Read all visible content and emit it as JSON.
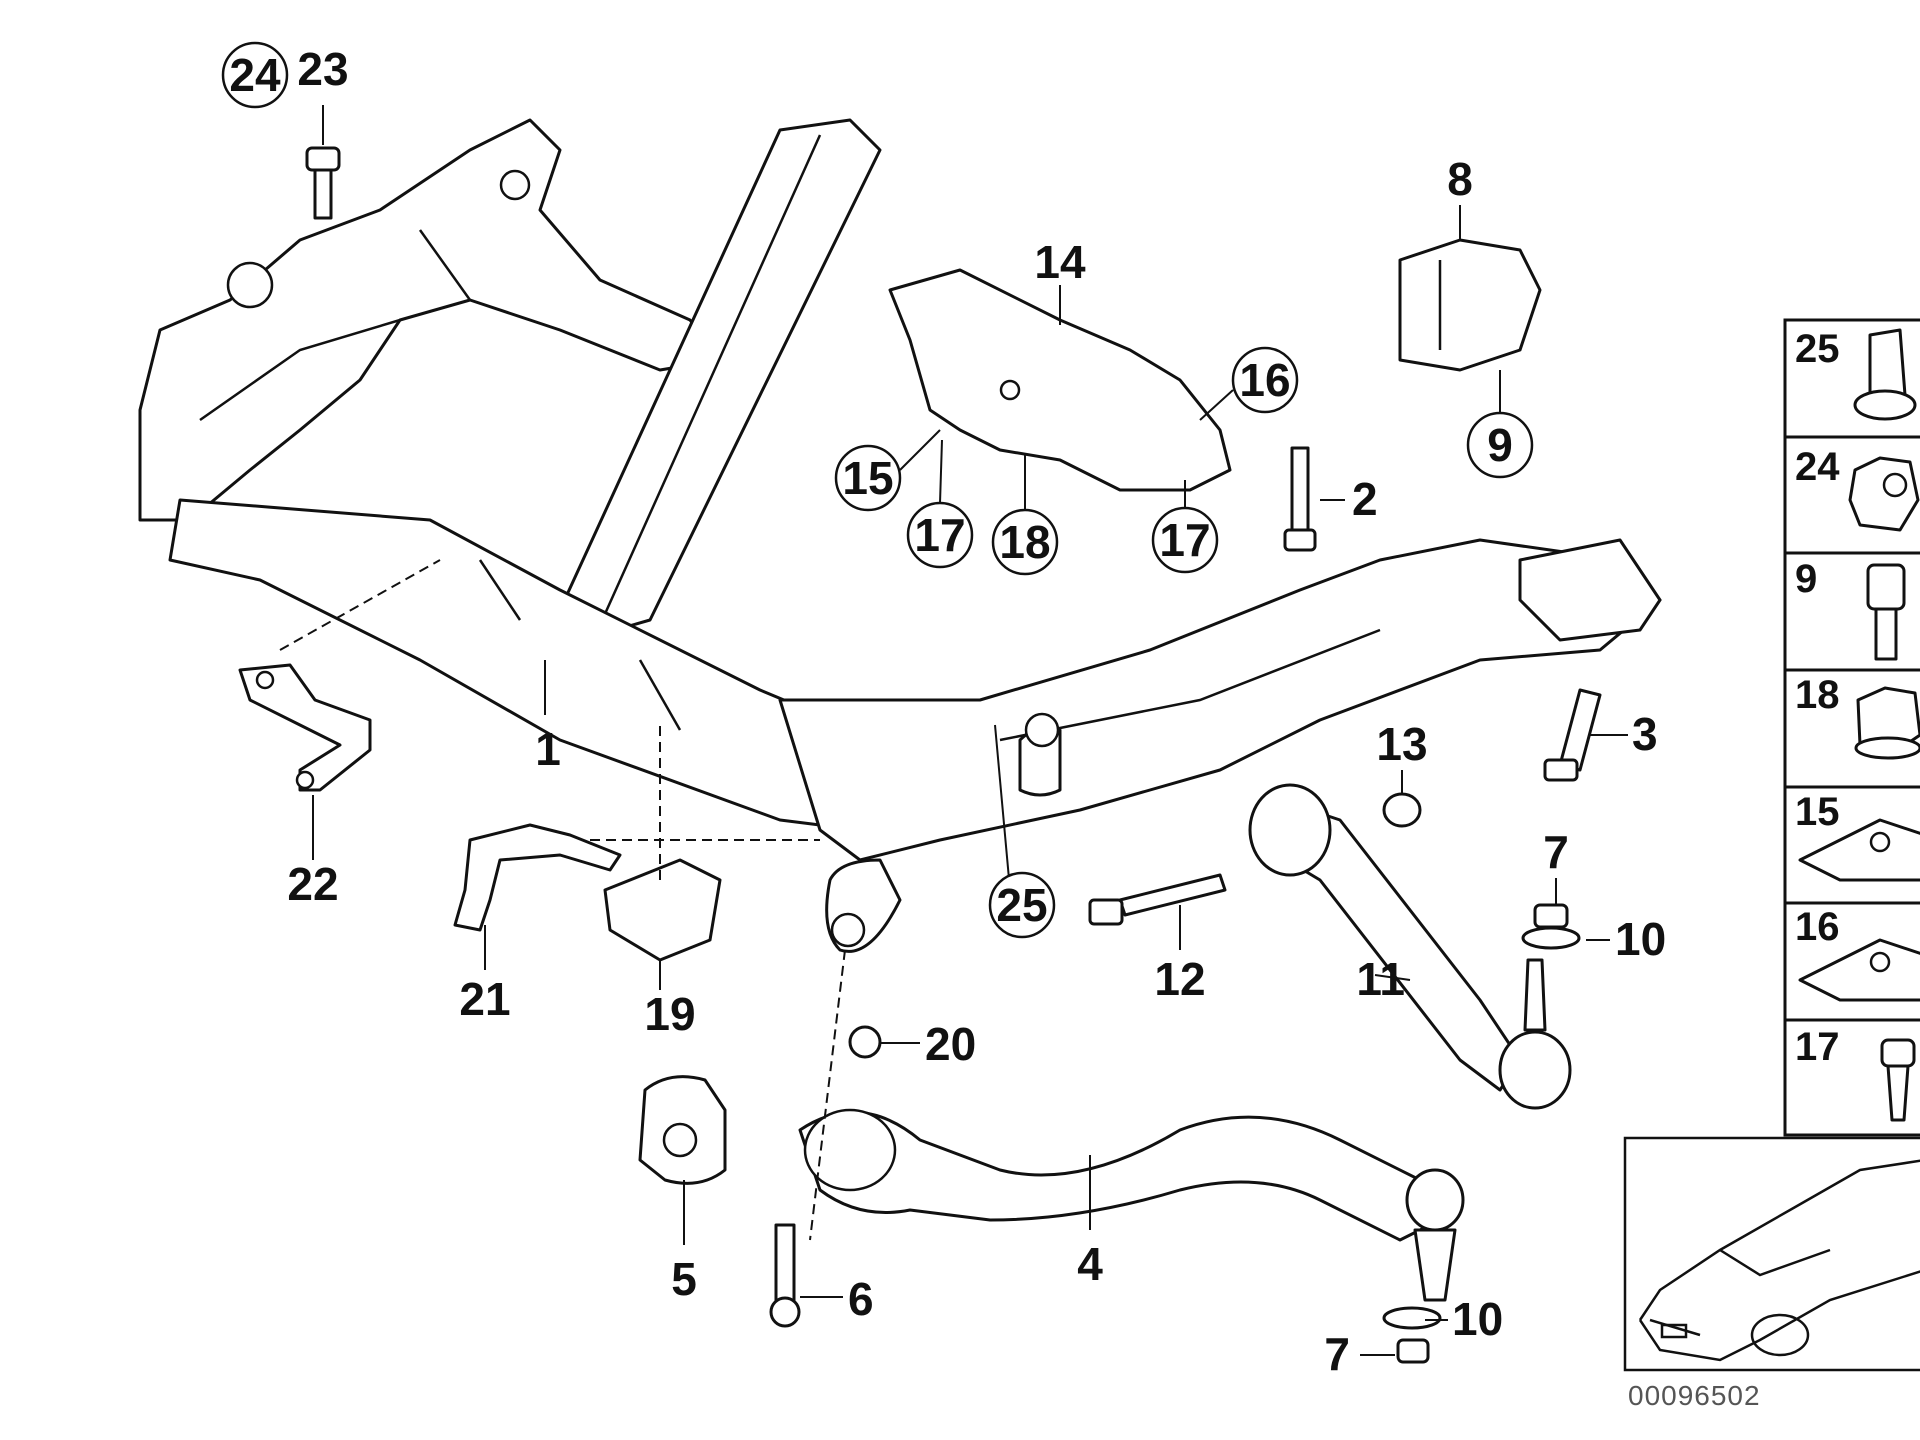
{
  "diagram": {
    "callouts": [
      "1",
      "2",
      "3",
      "4",
      "5",
      "6",
      "7",
      "7",
      "8",
      "10",
      "10",
      "11",
      "12",
      "13",
      "14",
      "19",
      "20",
      "21",
      "22",
      "23"
    ],
    "circled_callouts": [
      "24",
      "9",
      "15",
      "16",
      "17",
      "17",
      "18",
      "25"
    ],
    "legend": [
      "25",
      "24",
      "9",
      "18",
      "15",
      "16",
      "17"
    ],
    "diagram_code": "00096502"
  }
}
